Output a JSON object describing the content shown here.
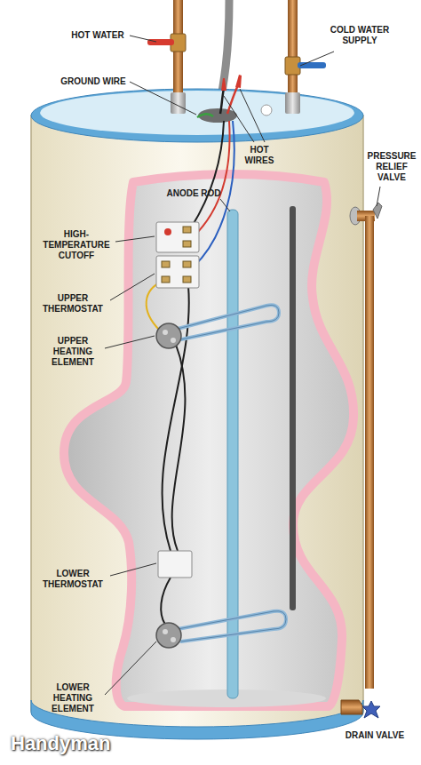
{
  "diagram": {
    "labels": [
      "HOT WATER",
      "COLD WATER SUPPLY",
      "GROUND WIRE",
      "HOT WIRES",
      "PRESSURE RELIEF VALVE",
      "ANODE ROD",
      "HIGH-TEMPERATURE CUTOFF",
      "UPPER THERMOSTAT",
      "UPPER HEATING ELEMENT",
      "LOWER THERMOSTAT",
      "LOWER HEATING ELEMENT",
      "DRAIN VALVE",
      "Handyman"
    ]
  }
}
